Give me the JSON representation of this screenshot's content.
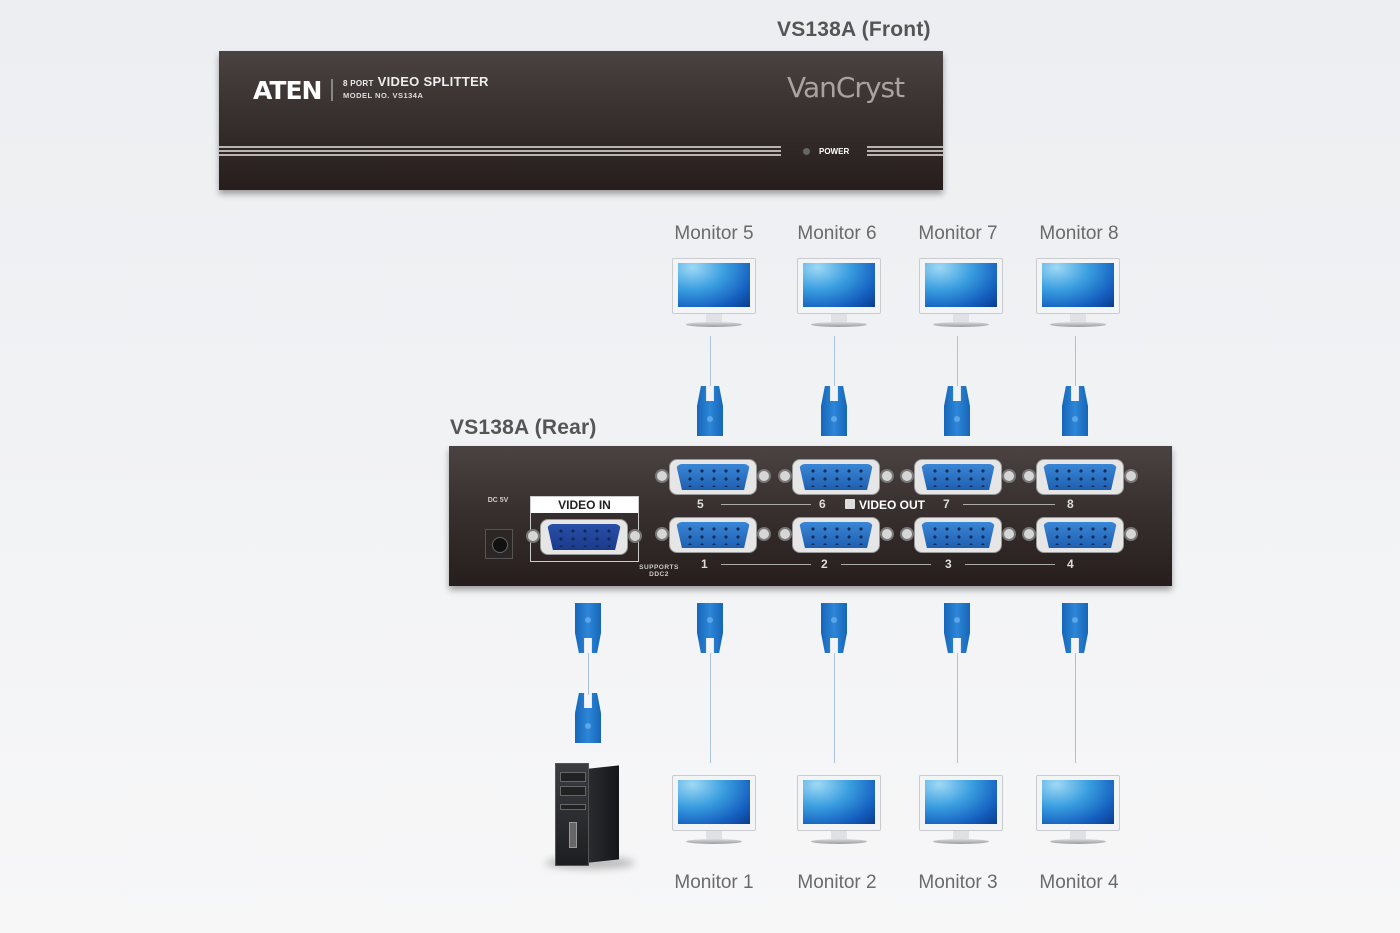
{
  "front": {
    "title": "VS138A (Front)",
    "brand": "ATEN",
    "product_prefix": "8 PORT",
    "product_name": "VIDEO SPLITTER",
    "model": "MODEL NO. VS134A",
    "series_logo": "VanCryst",
    "power_label": "POWER"
  },
  "rear": {
    "title": "VS138A (Rear)",
    "dc_label": "DC 5V",
    "video_in_label": "VIDEO IN",
    "video_out_label": "VIDEO OUT",
    "supports_label": "SUPPORTS DDC2",
    "top_ports": [
      "5",
      "6",
      "7",
      "8"
    ],
    "bottom_ports": [
      "1",
      "2",
      "3",
      "4"
    ]
  },
  "monitors_top": [
    "Monitor 5",
    "Monitor 6",
    "Monitor 7",
    "Monitor 8"
  ],
  "monitors_bottom": [
    "Monitor 1",
    "Monitor 2",
    "Monitor 3",
    "Monitor 4"
  ],
  "computer": "pc-tower-icon",
  "colors": {
    "panel": "#2e2625",
    "vga_blue": "#2e86d8",
    "cable": "#aac3d8",
    "label_gray": "#555555"
  }
}
